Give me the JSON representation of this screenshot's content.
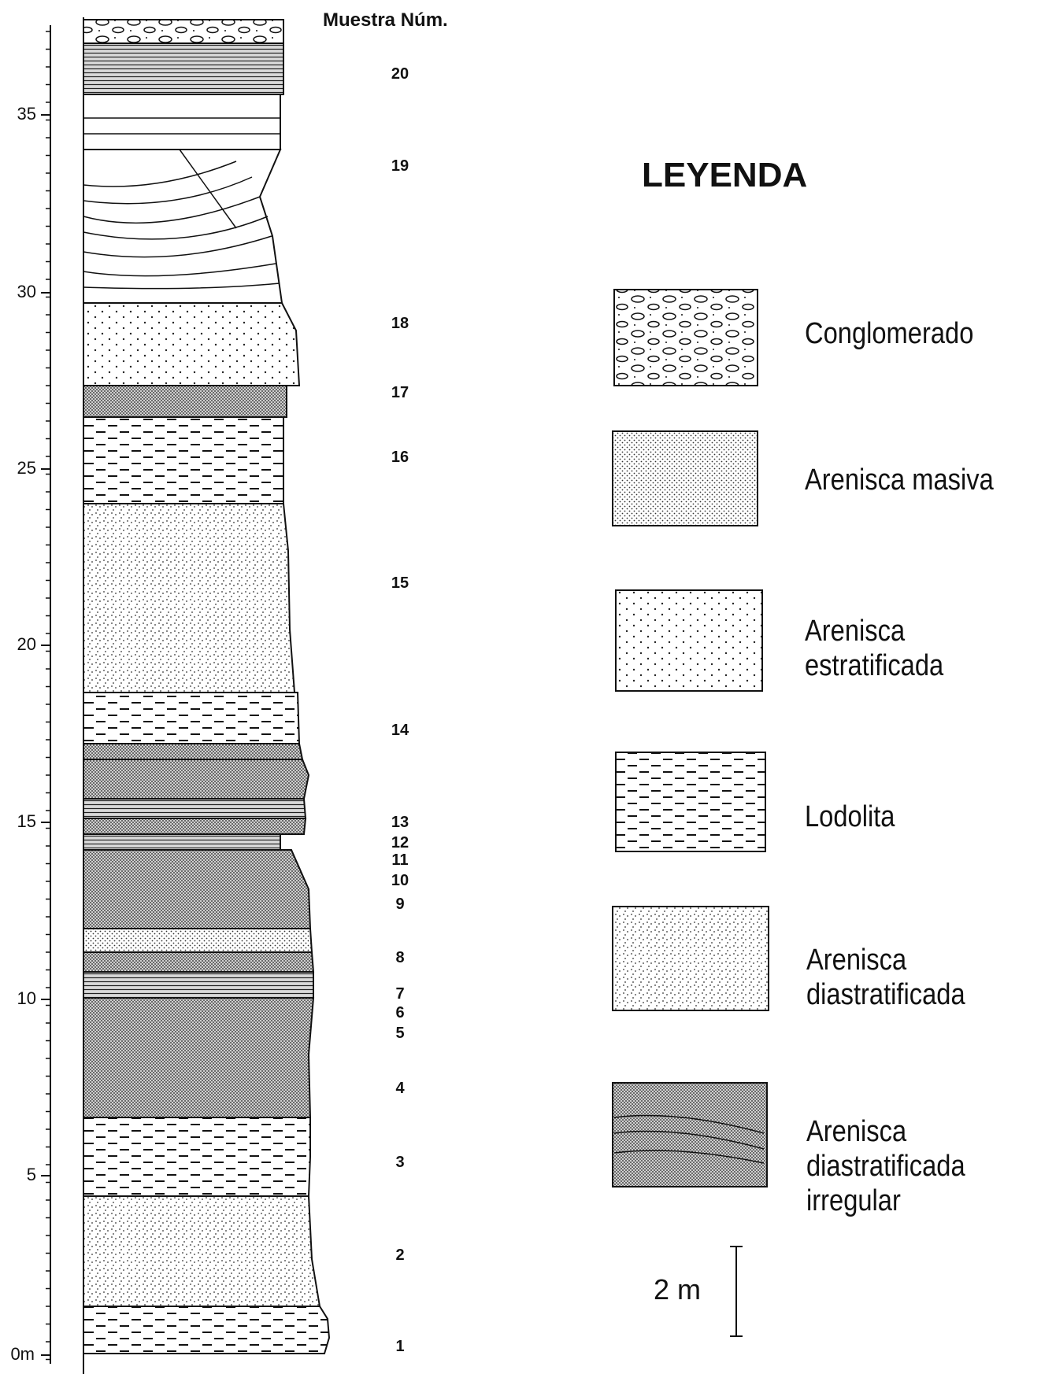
{
  "header": {
    "sample_label": "Muestra Núm."
  },
  "axis": {
    "unit_zero": "0m",
    "ticks": [
      "0m",
      "5",
      "10",
      "15",
      "20",
      "25",
      "30",
      "35"
    ]
  },
  "samples": [
    "1",
    "2",
    "3",
    "4",
    "5",
    "6",
    "7",
    "8",
    "9",
    "10",
    "11",
    "12",
    "13",
    "14",
    "15",
    "16",
    "17",
    "18",
    "19",
    "20"
  ],
  "legend": {
    "title": "LEYENDA",
    "items": [
      {
        "key": "conglomerado",
        "label": "Conglomerado"
      },
      {
        "key": "arenisca_masiva",
        "label": "Arenisca masiva"
      },
      {
        "key": "arenisca_estratificada",
        "label": "Arenisca estratificada"
      },
      {
        "key": "lodolita",
        "label": "Lodolita"
      },
      {
        "key": "arenisca_diastratificada",
        "label": "Arenisca diastratificada"
      },
      {
        "key": "arenisca_diastratificada_irregular",
        "label": "Arenisca diastratificada irregular"
      }
    ]
  },
  "scale_bar": {
    "label": "2 m"
  }
}
